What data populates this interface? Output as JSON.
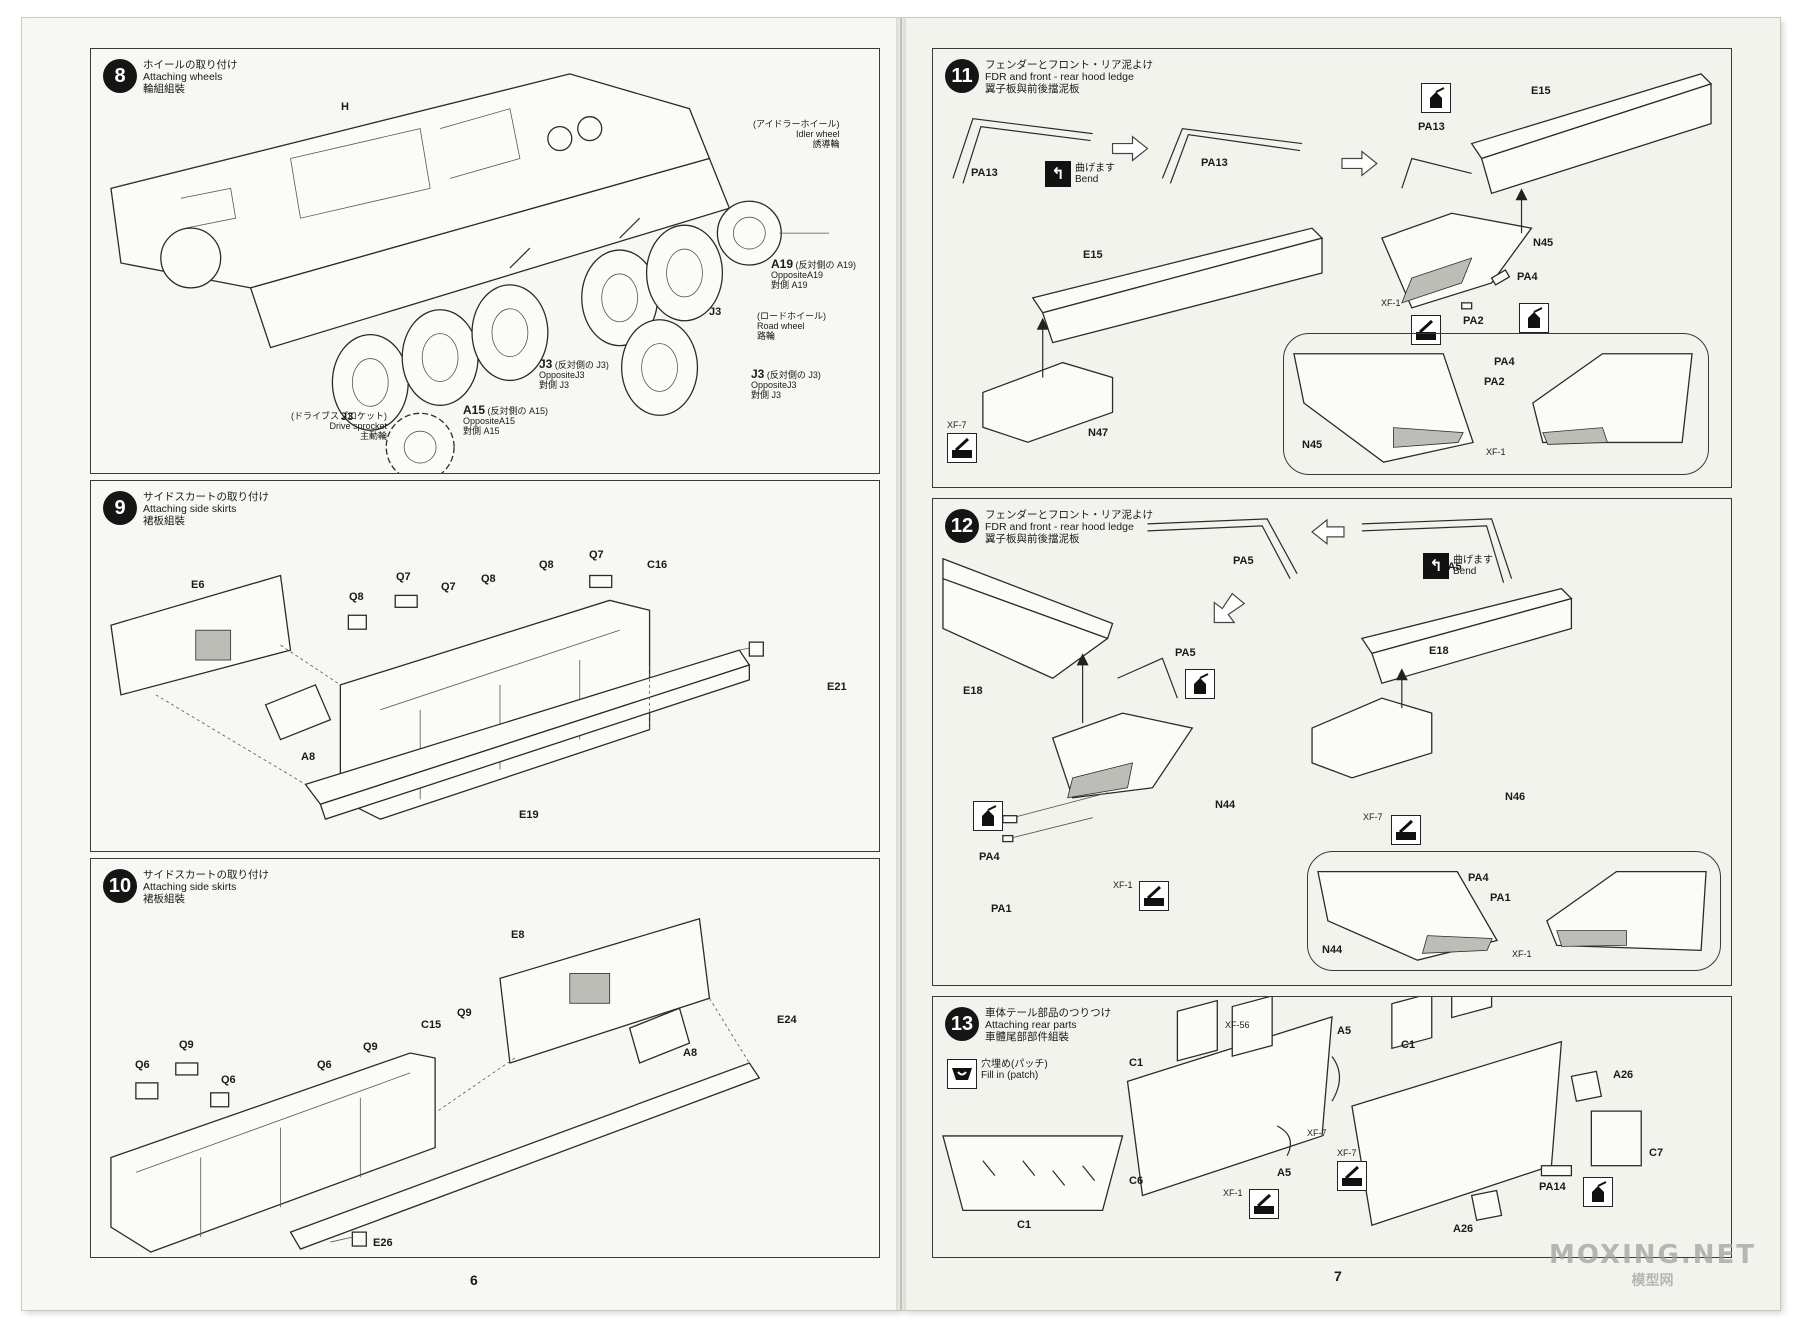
{
  "left_page": {
    "page_number": "6",
    "steps": [
      {
        "number": "8",
        "title_jp": "ホイールの取り付け",
        "title_en": "Attaching wheels",
        "title_cn": "輪組組裝",
        "labels": {
          "hull": "H",
          "j3_left": "J3",
          "j3_right": "J3",
          "j3_opp_a": "J3",
          "j3_opp_a_note": "(反対側の J3)",
          "j3_opp_a_en": "OppositeJ3",
          "j3_opp_a_cn": "對側 J3",
          "j3_opp_b": "J3",
          "j3_opp_b_note": "(反対側の J3)",
          "j3_opp_b_en": "OppositeJ3",
          "j3_opp_b_cn": "對側 J3",
          "a19": "A19",
          "a19_note": "(反対側の A19)",
          "a19_en": "OppositeA19",
          "a19_cn": "對側 A19",
          "a15": "A15",
          "a15_note": "(反対側の A15)",
          "a15_en": "OppositeA15",
          "a15_cn": "對側 A15",
          "idler_jp": "(アイドラーホイール)",
          "idler_en": "Idler wheel",
          "idler_cn": "誘導輪",
          "road_jp": "(ロードホイール)",
          "road_en": "Road wheel",
          "road_cn": "路輪",
          "sprocket_jp": "(ドライブスプロケット)",
          "sprocket_en": "Drive sprocket",
          "sprocket_cn": "主動輪"
        }
      },
      {
        "number": "9",
        "title_jp": "サイドスカートの取り付け",
        "title_en": "Attaching side skirts",
        "title_cn": "裙板組裝",
        "labels": {
          "e6": "E6",
          "a8": "A8",
          "q8_a": "Q8",
          "q7_a": "Q7",
          "q7_b": "Q7",
          "q8_b": "Q8",
          "q8_c": "Q8",
          "q7_c": "Q7",
          "c16": "C16",
          "e19": "E19",
          "e21": "E21"
        }
      },
      {
        "number": "10",
        "title_jp": "サイドスカートの取り付け",
        "title_en": "Attaching side skirts",
        "title_cn": "裙板組裝",
        "labels": {
          "e8": "E8",
          "a8": "A8",
          "e24": "E24",
          "q6_a": "Q6",
          "q9_a": "Q9",
          "q6_b": "Q6",
          "q6_c": "Q6",
          "q9_b": "Q9",
          "c15": "C15",
          "q9_c": "Q9",
          "e26": "E26"
        }
      }
    ]
  },
  "right_page": {
    "page_number": "7",
    "steps": [
      {
        "number": "11",
        "title_jp": "フェンダーとフロント・リア泥よけ",
        "title_en": "FDR and front - rear hood ledge",
        "title_cn": "翼子板與前後擋泥板",
        "labels": {
          "pa13_a": "PA13",
          "pa13_b": "PA13",
          "pa13_c": "PA13",
          "bend_jp": "曲げます",
          "bend_en": "Bend",
          "e15_a": "E15",
          "e15_b": "E15",
          "n45": "N45",
          "pa4": "PA4",
          "pa2": "PA2",
          "n47": "N47",
          "xf1": "XF-1",
          "xf7": "XF-7",
          "detail_n45": "N45",
          "detail_pa4": "PA4",
          "detail_pa2": "PA2",
          "detail_xf1": "XF-1"
        }
      },
      {
        "number": "12",
        "title_jp": "フェンダーとフロント・リア泥よけ",
        "title_en": "FDR and front - rear hood ledge",
        "title_cn": "翼子板與前後擋泥板",
        "labels": {
          "pa5_a": "PA5",
          "pa5_b": "PA5",
          "pa5_c": "PA5",
          "bend_jp": "曲げます",
          "bend_en": "Bend",
          "e18_a": "E18",
          "e18_b": "E18",
          "n46": "N46",
          "n44": "N44",
          "pa4": "PA4",
          "pa1": "PA1",
          "xf1": "XF-1",
          "xf7": "XF-7",
          "detail_n44": "N44",
          "detail_pa4": "PA4",
          "detail_pa1": "PA1",
          "detail_xf1": "XF-1"
        }
      },
      {
        "number": "13",
        "title_jp": "車体テール部品のつりつけ",
        "title_en": "Attaching rear parts",
        "title_cn": "車體尾部部件組裝",
        "labels": {
          "patch_jp": "穴埋め(パッチ)",
          "patch_en": "Fill in (patch)",
          "c1_a": "C1",
          "c1_b": "C1",
          "c1_c": "C1",
          "c6": "C6",
          "xf56": "XF-56",
          "a5_a": "A5",
          "a5_b": "A5",
          "xf7_a": "XF-7",
          "xf7_b": "XF-7",
          "xf1": "XF-1",
          "a26_a": "A26",
          "a26_b": "A26",
          "c7": "C7",
          "pa14": "PA14"
        }
      }
    ]
  },
  "watermark": {
    "line1": "MOXING.NET",
    "line2": "模型网"
  },
  "icon_names": [
    "cement-bottle-icon",
    "paint-brush-icon",
    "bend-arrow-icon",
    "hollow-arrow-icon",
    "patch-fill-icon"
  ]
}
